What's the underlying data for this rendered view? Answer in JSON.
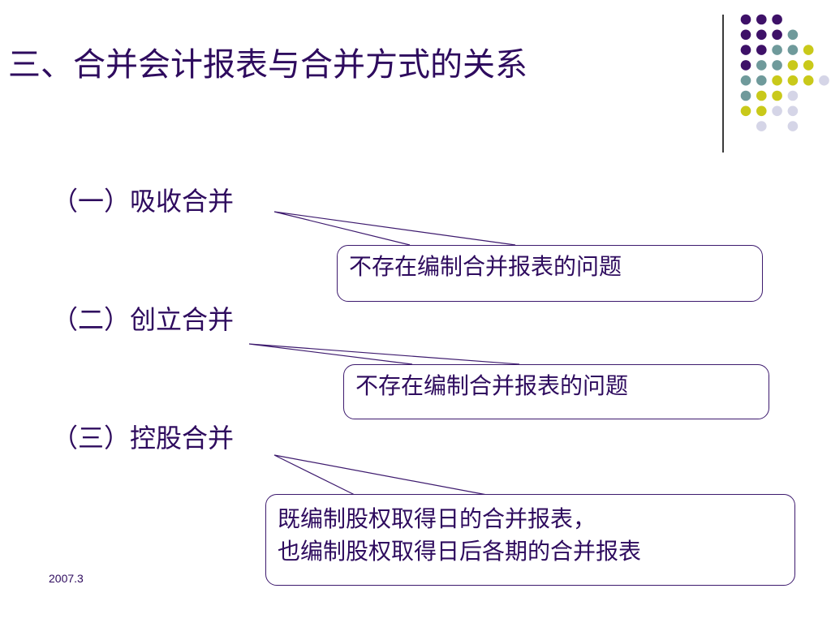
{
  "slide": {
    "title": "三、合并会计报表与合并方式的关系",
    "footer_date": "2007.3"
  },
  "items": [
    {
      "label": "（一）吸收合并",
      "callout": [
        "不存在编制合并报表的问题"
      ]
    },
    {
      "label": "（二）创立合并",
      "callout": [
        "不存在编制合并报表的问题"
      ]
    },
    {
      "label": "（三）控股合并",
      "callout": [
        "既编制股权取得日的合并报表，",
        "也编制股权取得日后各期的合并报表"
      ]
    }
  ],
  "colors": {
    "title_text": "#2e0b5e",
    "callout_border": "#3d1a6e",
    "dot_purple": "#3e1168",
    "dot_teal": "#6f9a9b",
    "dot_yellow": "#c9c91a",
    "dot_lavender": "#d5d5e7"
  }
}
